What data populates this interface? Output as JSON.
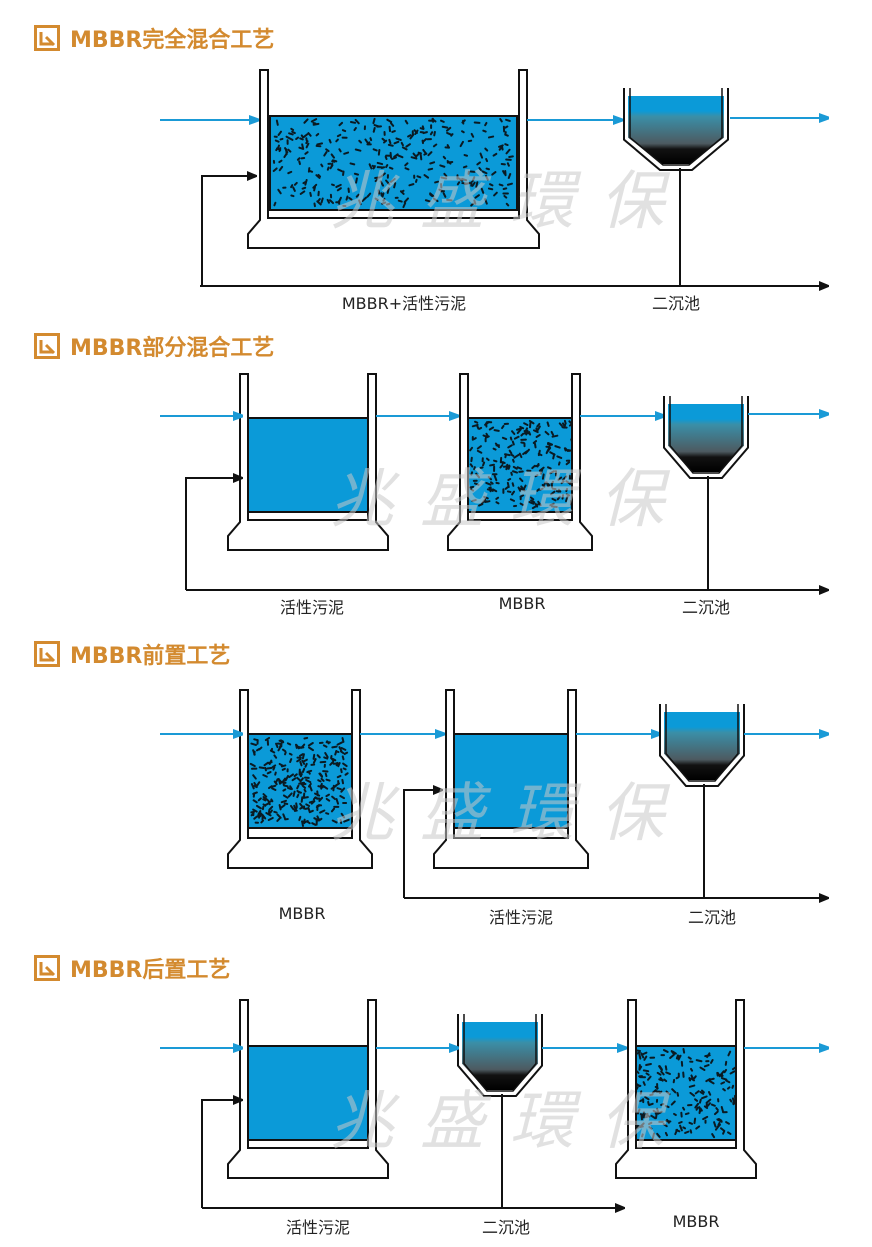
{
  "sections": [
    {
      "title": "MBBR完全混合工艺",
      "labels": [
        "MBBR+活性污泥",
        "二沉池"
      ]
    },
    {
      "title": "MBBR部分混合工艺",
      "labels": [
        "活性污泥",
        "MBBR",
        "二沉池"
      ]
    },
    {
      "title": "MBBR前置工艺",
      "labels": [
        "MBBR",
        "活性污泥",
        "二沉池"
      ]
    },
    {
      "title": "MBBR后置工艺",
      "labels": [
        "活性污泥",
        "二沉池",
        "MBBR"
      ]
    }
  ],
  "watermark": "兆盛環保",
  "colors": {
    "title": "#d38a2f",
    "flow": "#1a9ad6",
    "water": "#0b9ad8",
    "line": "#111111"
  }
}
